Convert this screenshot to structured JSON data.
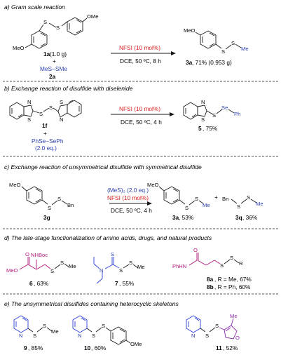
{
  "colors": {
    "catalyst_red": "#d81e1e",
    "reagent_blue": "#2b3fb0",
    "amino_magenta": "#b0157a",
    "heterocycle_blue": "#2a3fd6",
    "furan_purple": "#8a2aa8",
    "bond_orange": "#e06a10",
    "bond_red": "#d81e1e"
  },
  "sections": [
    {
      "heading": "a) Gram scale reaction",
      "reactant1_label": "1a",
      "reactant1_amount": "(1.0 g)",
      "plus": "+",
      "reactant2_formula": "MeS−SMe",
      "reactant2_label": "2a",
      "catalyst": "NFSI (10 mol%)",
      "conditions": "DCE, 50 ºC, 8 h",
      "product_label": "3a",
      "product_yield": ", 71% (0.953 g)"
    },
    {
      "heading": "b) Exchange reaction of disulfide with diselenide",
      "reactant1_label": "1f",
      "plus": "+",
      "reactant2_formula": "PhSe−SePh",
      "reactant2_amount": "(2.0 eq.)",
      "catalyst": "NFSI (10 mol%)",
      "conditions": "DCE, 50 ºC, 4 h",
      "product_label": "5",
      "product_yield": ", 75%"
    },
    {
      "heading": "c) Exchange reaction of unsymmetrical disulfide with symmetrical disulfide",
      "reactant_label": "3g",
      "reagent": "(MeS)₂ (2.0 eq.)",
      "catalyst": "NFSI (10 mol%)",
      "conditions": "DCE, 50 ºC, 4 h",
      "product1_label": "3a",
      "product1_yield": ", 53%",
      "plus": "+",
      "product2_label": "3q",
      "product2_yield": ", 36%"
    },
    {
      "heading": "d) The late-stage functionalization of amino acids, drugs, and natural products",
      "products": [
        {
          "label": "6",
          "yield": ", 63%"
        },
        {
          "label": "7",
          "yield": ", 55%"
        },
        {
          "label": "8a",
          "yield": ", R = Me, 67%"
        },
        {
          "label": "8b",
          "yield": ", R = Ph, 60%"
        }
      ]
    },
    {
      "heading": "e) The unsymmetrical disulfides containing heterocyclic skeletons",
      "products": [
        {
          "label": "9",
          "yield": ", 85%"
        },
        {
          "label": "10",
          "yield": ", 60%"
        },
        {
          "label": "11",
          "yield": ", 52%"
        }
      ]
    }
  ],
  "atoms": {
    "S": "S",
    "Se": "Se",
    "N": "N",
    "O": "O",
    "NH": "NH",
    "MeO": "MeO",
    "OMe": "OMe",
    "Me": "Me",
    "Ph": "Ph",
    "Bn": "Bn",
    "NHBoc": "NHBoc",
    "PhHN": "PhHN",
    "R": "R"
  }
}
